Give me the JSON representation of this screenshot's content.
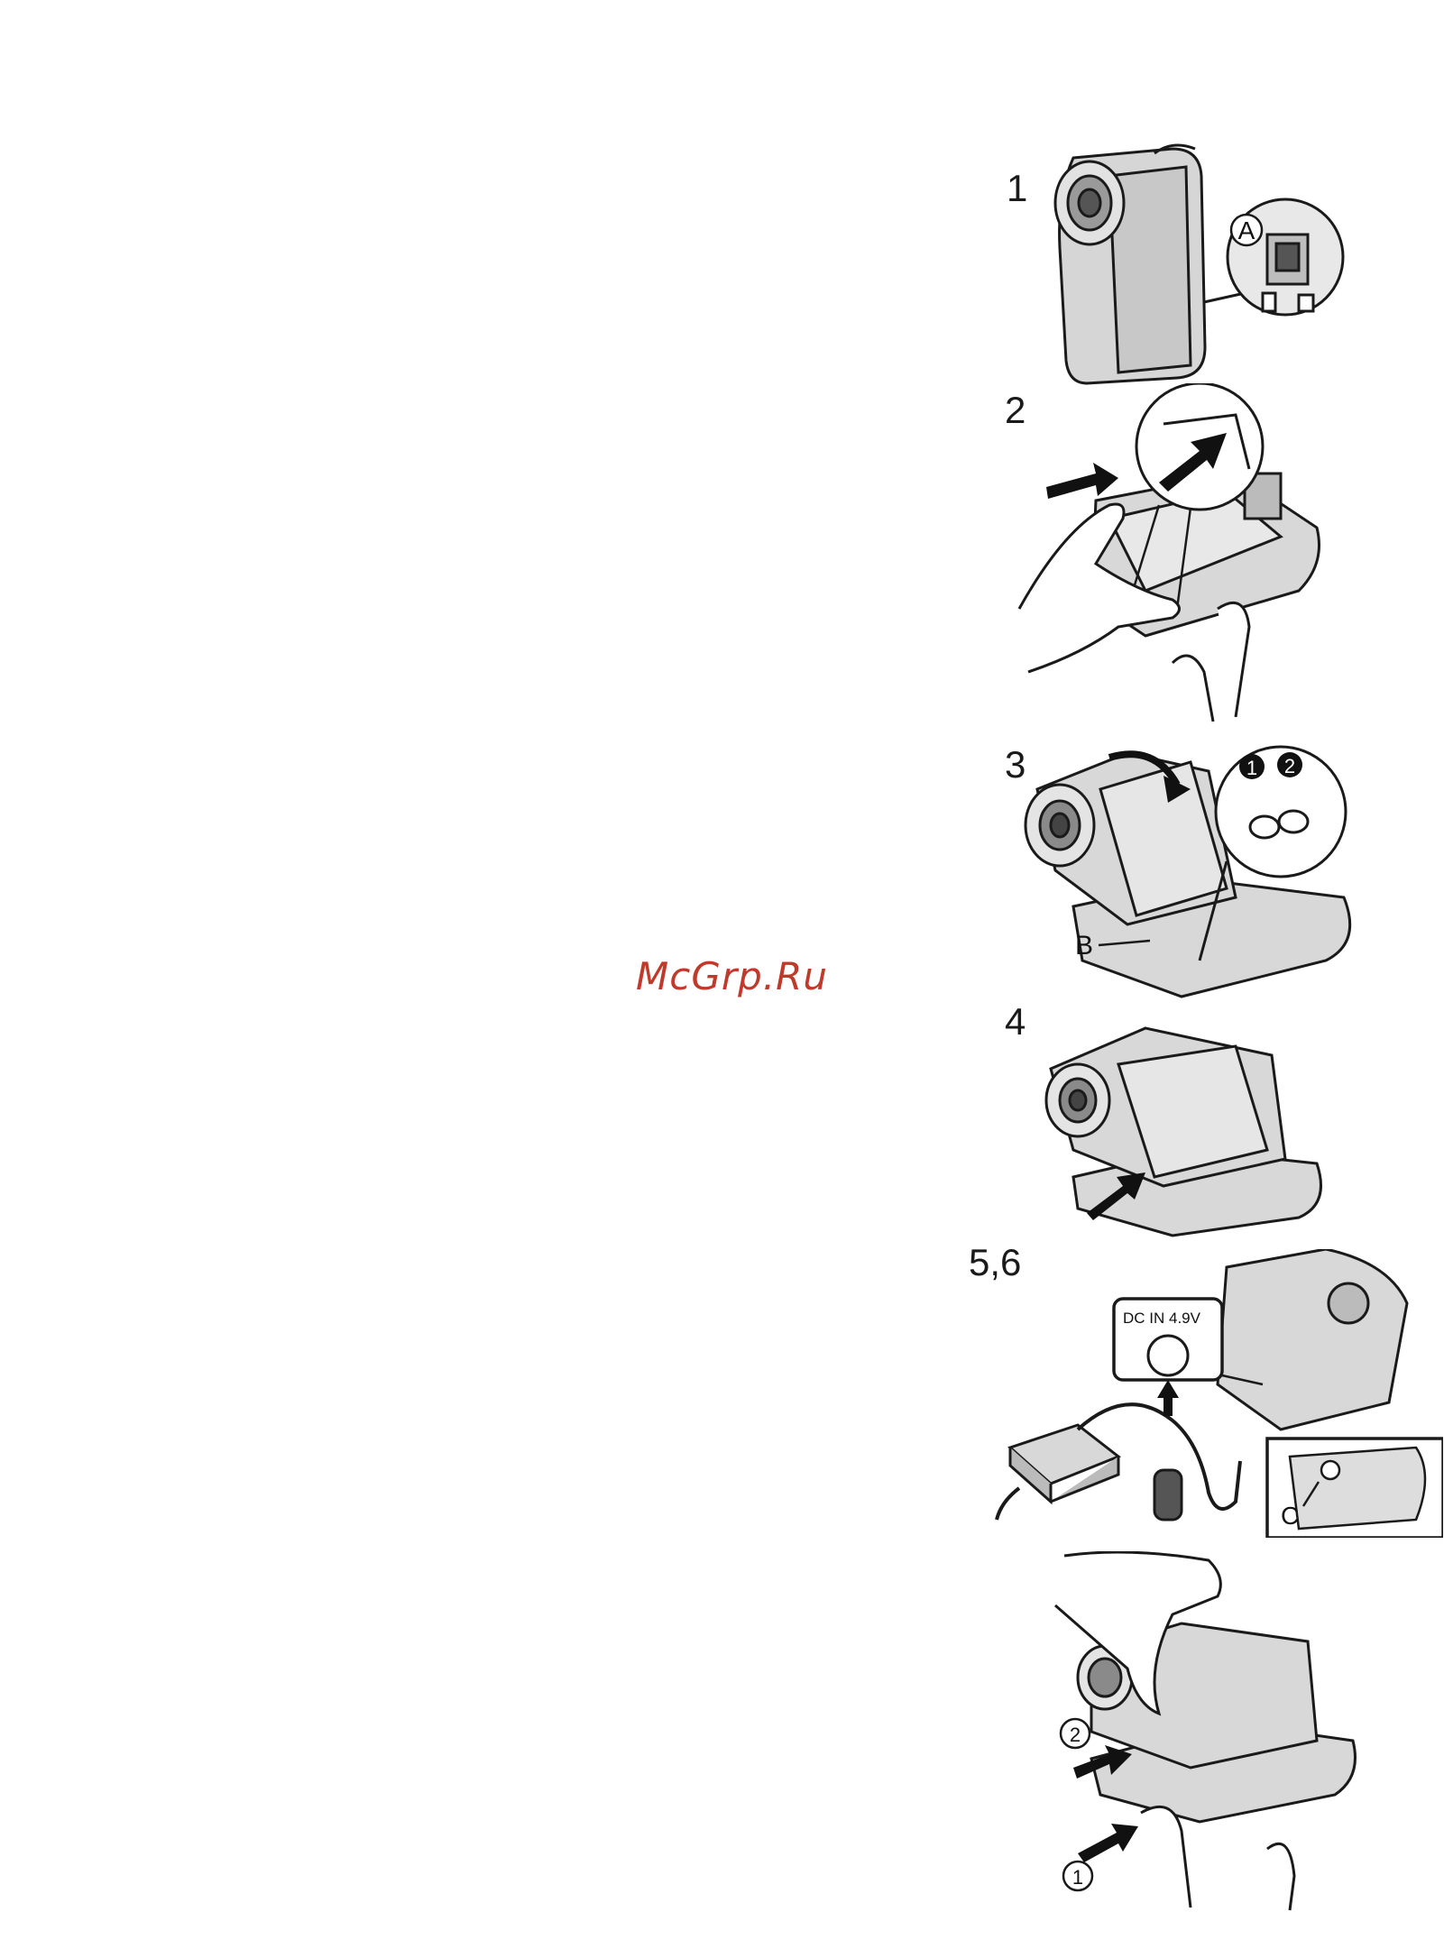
{
  "steps": {
    "s1": "1",
    "s2": "2",
    "s3": "3",
    "s4": "4",
    "s56": "5,6"
  },
  "labels": {
    "a": "A",
    "b": "B",
    "c": "C",
    "dcin": "DC IN 4.9V",
    "dot1": "1",
    "dot2": "2",
    "circ1": "1",
    "circ2": "2"
  },
  "watermark": "McGrp.Ru"
}
